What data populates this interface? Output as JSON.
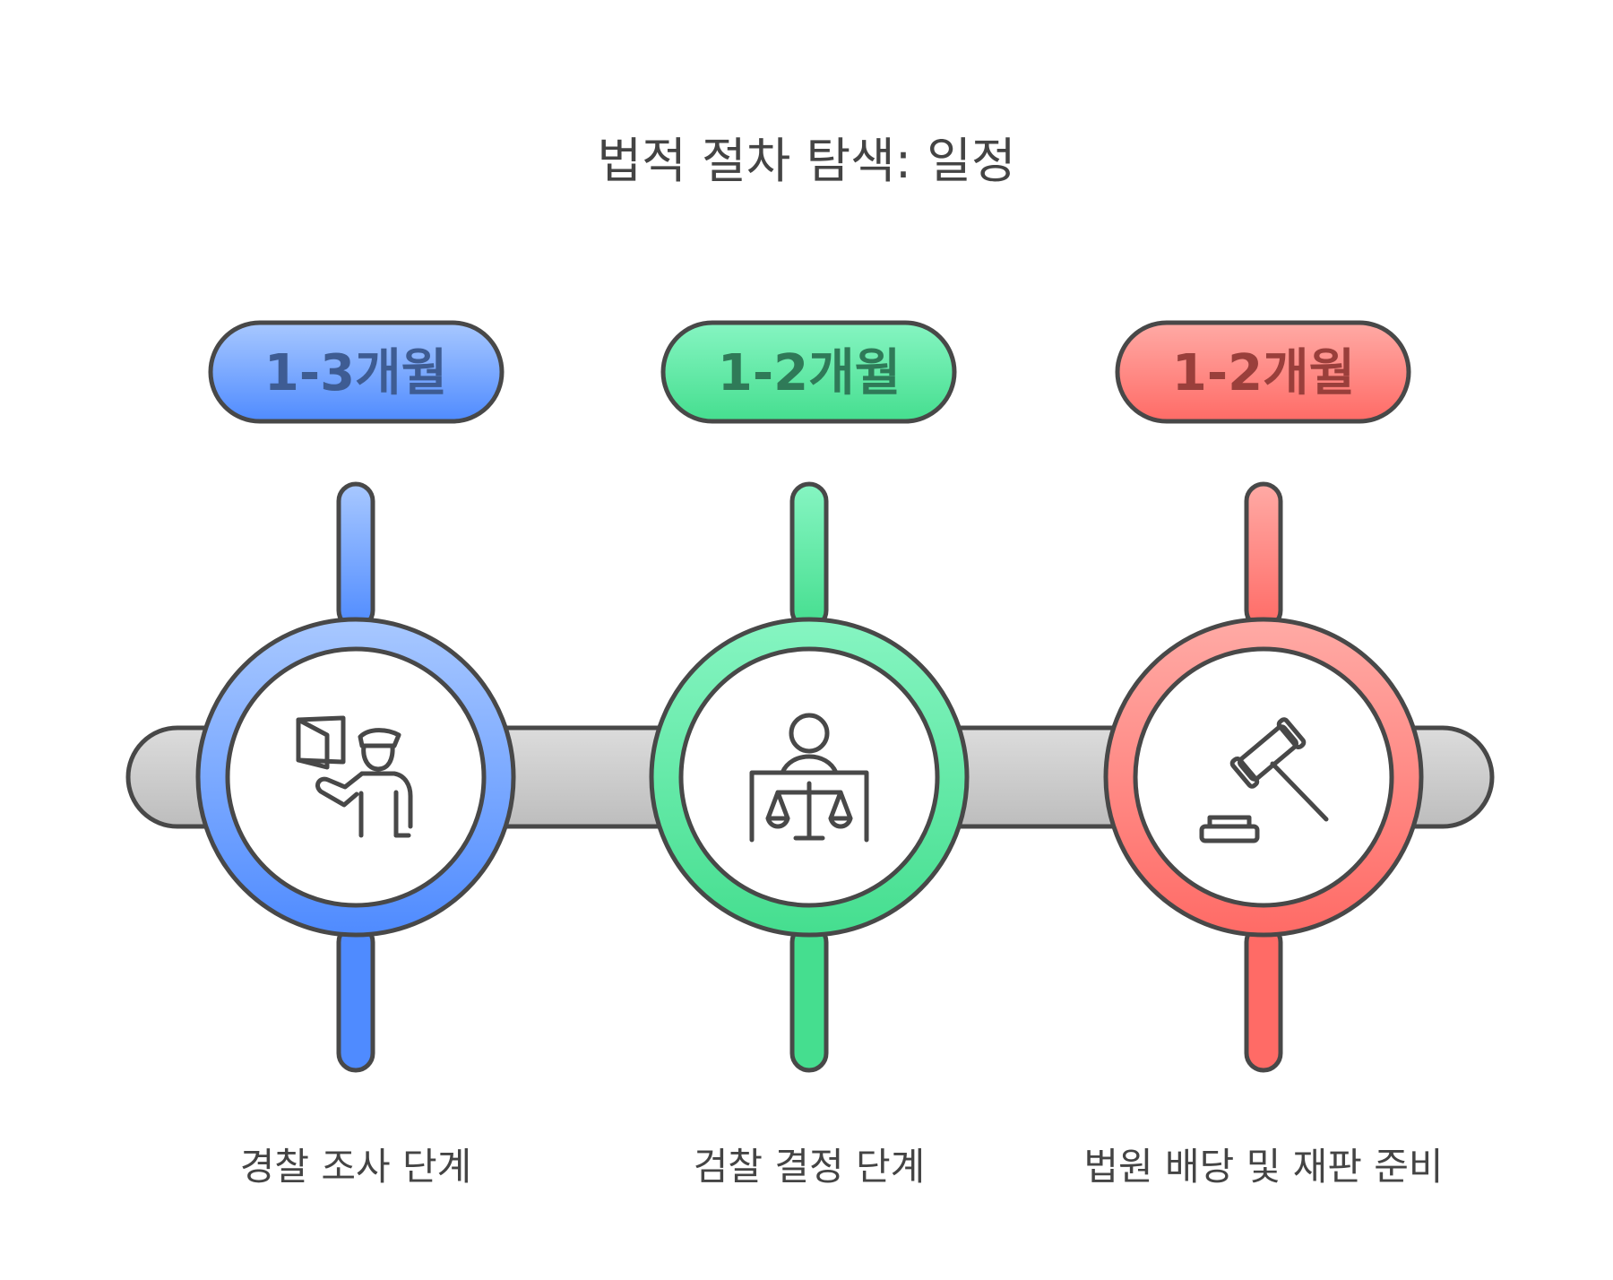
{
  "title": "법적 절차 탐색: 일정",
  "stages": [
    {
      "duration": "1-3개월",
      "label": "경찰 조사 단계",
      "icon": "police-officer-icon",
      "colors": {
        "light": "#A8C8FF",
        "main": "#7AA7FF",
        "dark": "#4F8BFF",
        "text": "#3E5C93"
      }
    },
    {
      "duration": "1-2개월",
      "label": "검찰 결정 단계",
      "icon": "scales-of-justice-icon",
      "colors": {
        "light": "#86F5C2",
        "main": "#63EAA8",
        "dark": "#45DE8F",
        "text": "#2F7A58"
      }
    },
    {
      "duration": "1-2개월",
      "label": "법원 배당 및 재판 준비",
      "icon": "gavel-icon",
      "colors": {
        "light": "#FFAAA5",
        "main": "#FF8A82",
        "dark": "#FF6B66",
        "text": "#9A3F3B"
      }
    }
  ],
  "colors": {
    "outline": "#484848",
    "track_light": "#DCDCDC",
    "track_dark": "#BDBDBD"
  }
}
